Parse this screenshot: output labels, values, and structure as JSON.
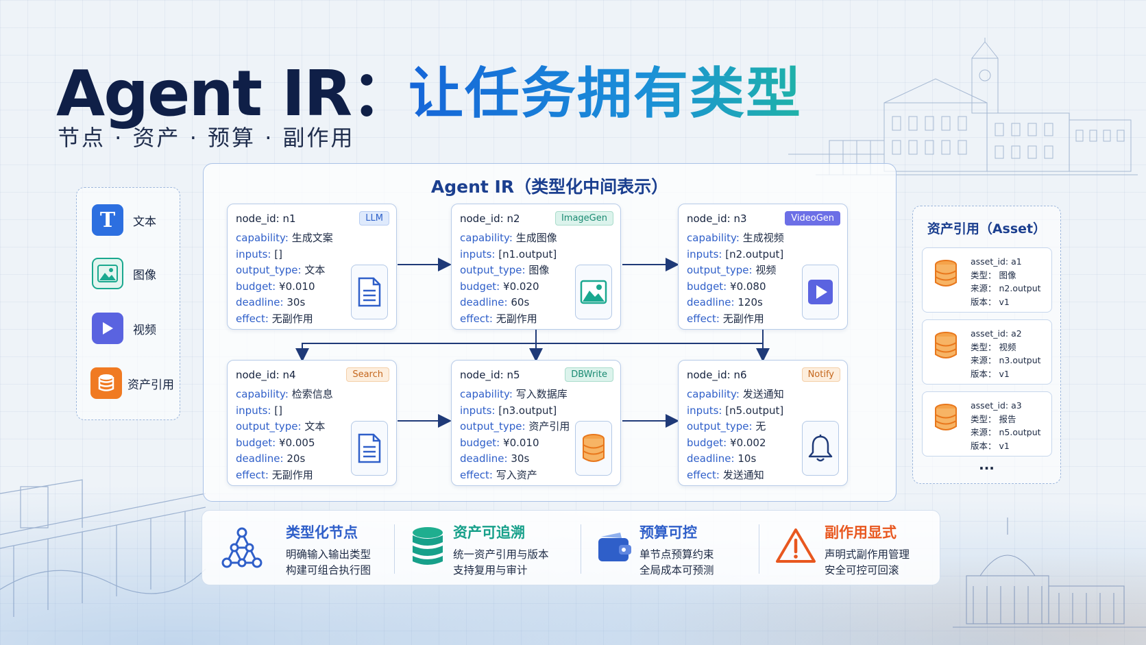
{
  "title": {
    "main": "Agent IR：",
    "highlight": "让任务拥有类型"
  },
  "subtitle": "节点 · 资产 · 预算 · 副作用",
  "legend": [
    {
      "icon": "text-icon",
      "glyph": "T",
      "label": "文本",
      "color": "#2c6fe0"
    },
    {
      "icon": "image-icon",
      "label": "图像",
      "color": "#1aa88f"
    },
    {
      "icon": "video-icon",
      "label": "视频",
      "color": "#5a63e0"
    },
    {
      "icon": "asset-icon",
      "label": "资产引用",
      "color": "#f07a22"
    }
  ],
  "ir_panel": {
    "title": "Agent IR（类型化中间表示）",
    "nodes": [
      {
        "node_id": "node_id:  n1",
        "tag": "LLM",
        "capability": "生成文案",
        "inputs": "[]",
        "output_type": "文本",
        "budget": "¥0.010",
        "deadline": "30s",
        "effect": "无副作用",
        "icon": "document-icon"
      },
      {
        "node_id": "node_id:  n2",
        "tag": "ImageGen",
        "capability": "生成图像",
        "inputs": "[n1.output]",
        "output_type": "图像",
        "budget": "¥0.020",
        "deadline": "60s",
        "effect": "无副作用",
        "icon": "image-icon"
      },
      {
        "node_id": "node_id:  n3",
        "tag": "VideoGen",
        "capability": "生成视频",
        "inputs": "[n2.output]",
        "output_type": "视频",
        "budget": "¥0.080",
        "deadline": "120s",
        "effect": "无副作用",
        "icon": "play-icon"
      },
      {
        "node_id": "node_id:  n4",
        "tag": "Search",
        "capability": "检索信息",
        "inputs": "[]",
        "output_type": "文本",
        "budget": "¥0.005",
        "deadline": "20s",
        "effect": "无副作用",
        "icon": "document-icon"
      },
      {
        "node_id": "node_id:  n5",
        "tag": "DBWrite",
        "capability": "写入数据库",
        "inputs": "[n3.output]",
        "output_type": "资产引用",
        "budget": "¥0.010",
        "deadline": "30s",
        "effect": "写入资产",
        "icon": "database-icon"
      },
      {
        "node_id": "node_id:  n6",
        "tag": "Notify",
        "capability": "发送通知",
        "inputs": "[n5.output]",
        "output_type": "无",
        "budget": "¥0.002",
        "deadline": "10s",
        "effect": "发送通知",
        "icon": "bell-icon"
      }
    ],
    "field_labels": {
      "capability": "capability:",
      "inputs": "inputs:",
      "output_type": "output_type:",
      "budget": "budget:",
      "deadline": "deadline:",
      "effect": "effect:"
    },
    "tag_colors": {
      "LLM": {
        "bg": "#dfeafc",
        "fg": "#2c5fc8",
        "border": "#b8cdf2"
      },
      "ImageGen": {
        "bg": "#dcf3ec",
        "fg": "#1a8a72",
        "border": "#a9dccb"
      },
      "VideoGen": {
        "bg": "#6c6fe6",
        "fg": "#ffffff",
        "border": "#6c6fe6"
      },
      "Search": {
        "bg": "#fdeedd",
        "fg": "#c4661c",
        "border": "#f4cfa8"
      },
      "DBWrite": {
        "bg": "#dcf3ec",
        "fg": "#1a8a72",
        "border": "#a9dccb"
      },
      "Notify": {
        "bg": "#fdeedd",
        "fg": "#c4661c",
        "border": "#f4cfa8"
      }
    }
  },
  "assets": {
    "title": "资产引用（Asset）",
    "items": [
      {
        "asset_id": "asset_id: a1",
        "type": "类型：  图像",
        "source": "来源：  n2.output",
        "version": "版本：  v1"
      },
      {
        "asset_id": "asset_id: a2",
        "type": "类型：  视频",
        "source": "来源：  n3.output",
        "version": "版本：  v1"
      },
      {
        "asset_id": "asset_id: a3",
        "type": "类型：  报告",
        "source": "来源：  n5.output",
        "version": "版本：  v1"
      }
    ],
    "more": "···"
  },
  "features": [
    {
      "icon": "graph-icon",
      "title": "类型化节点",
      "line1": "明确输入输出类型",
      "line2": "构建可组合执行图",
      "color": "#2f5fc9"
    },
    {
      "icon": "database-icon",
      "title": "资产可追溯",
      "line1": "统一资产引用与版本",
      "line2": "支持复用与审计",
      "color": "#17a08a"
    },
    {
      "icon": "wallet-icon",
      "title": "预算可控",
      "line1": "单节点预算约束",
      "line2": "全局成本可预测",
      "color": "#2f5fc9"
    },
    {
      "icon": "warning-icon",
      "title": "副作用显式",
      "line1": "声明式副作用管理",
      "line2": "安全可控可回滚",
      "color": "#e8571f"
    }
  ]
}
